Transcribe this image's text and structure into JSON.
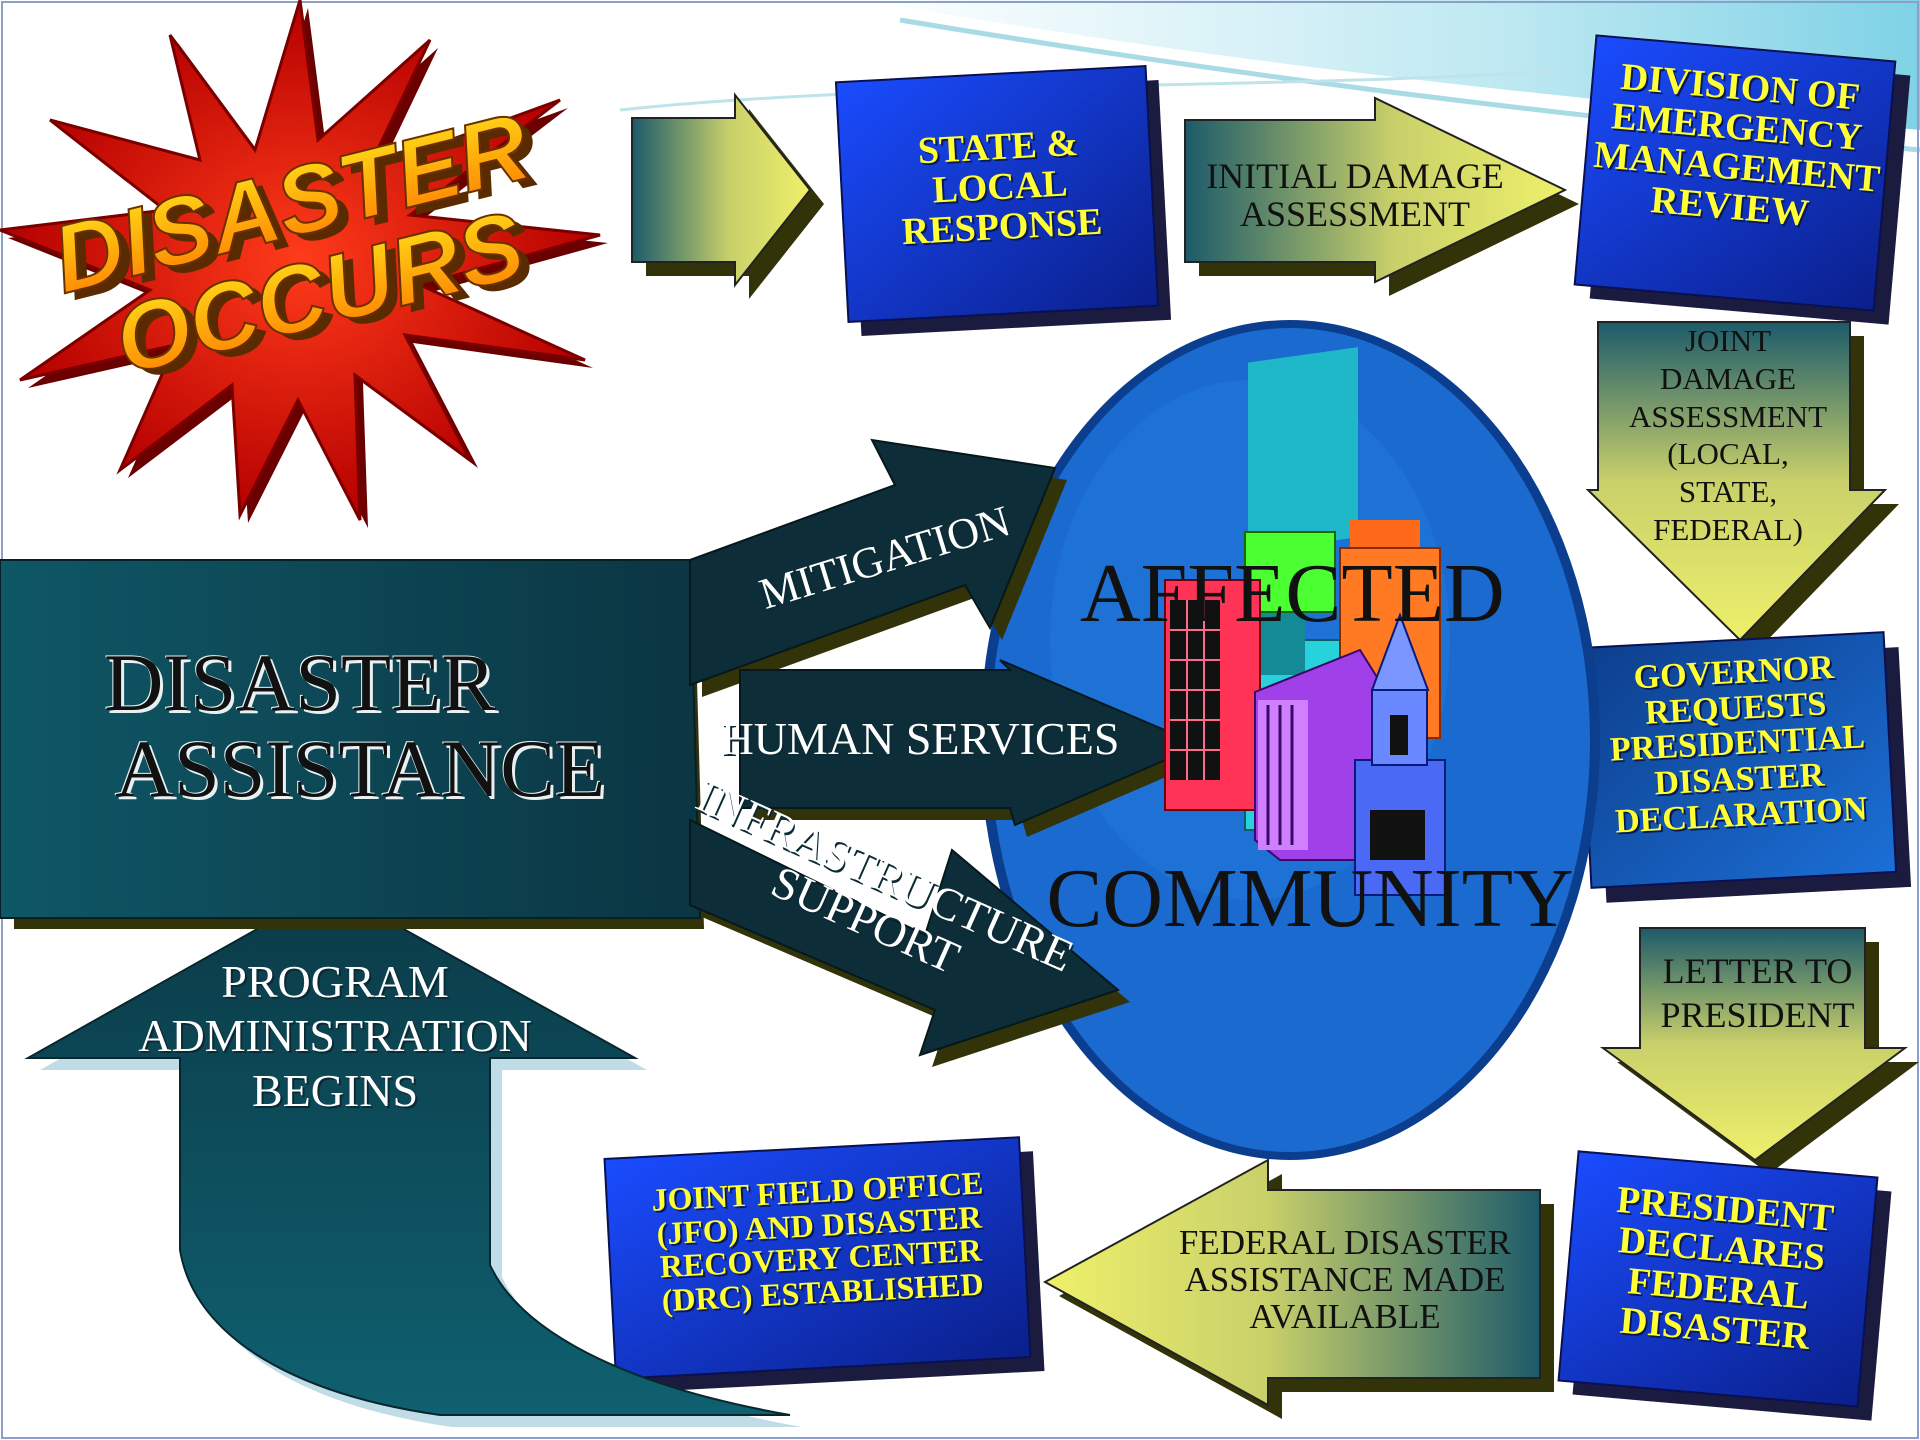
{
  "burst": {
    "line1": "DISASTER",
    "line2": "OCCURS"
  },
  "steps": {
    "state_local": "STATE & LOCAL RESPONSE",
    "initial_damage": "INITIAL DAMAGE ASSESSMENT",
    "dem_review": "DIVISION OF EMERGENCY MANAGEMENT REVIEW",
    "joint_damage": "JOINT DAMAGE ASSESSMENT (LOCAL, STATE, FEDERAL)",
    "governor": "GOVERNOR REQUESTS PRESIDENTIAL DISASTER DECLARATION",
    "letter": "LETTER TO PRESIDENT",
    "president": "PRESIDENT DECLARES FEDERAL DISASTER",
    "federal_assist": "FEDERAL DISASTER ASSISTANCE MADE AVAILABLE",
    "jfo": "JOINT FIELD OFFICE (JFO) AND DISASTER RECOVERY CENTER (DRC) ESTABLISHED",
    "program_admin": "PROGRAM ADMINISTRATION BEGINS"
  },
  "assistance": {
    "title_line1": "DISASTER",
    "title_line2": "ASSISTANCE",
    "branches": [
      "MITIGATION",
      "HUMAN SERVICES",
      "INFRASTRUCTURE SUPPORT"
    ]
  },
  "community": {
    "top": "AFFECTED",
    "bottom": "COMMUNITY"
  },
  "colors": {
    "box_blue": "#1133cc",
    "box_text": "#ffff33",
    "arrow_yellow": "#e8ec6a",
    "teal_dark": "#0e3f4c",
    "circle_blue": "#1560c8",
    "burst_red": "#dd1111"
  }
}
